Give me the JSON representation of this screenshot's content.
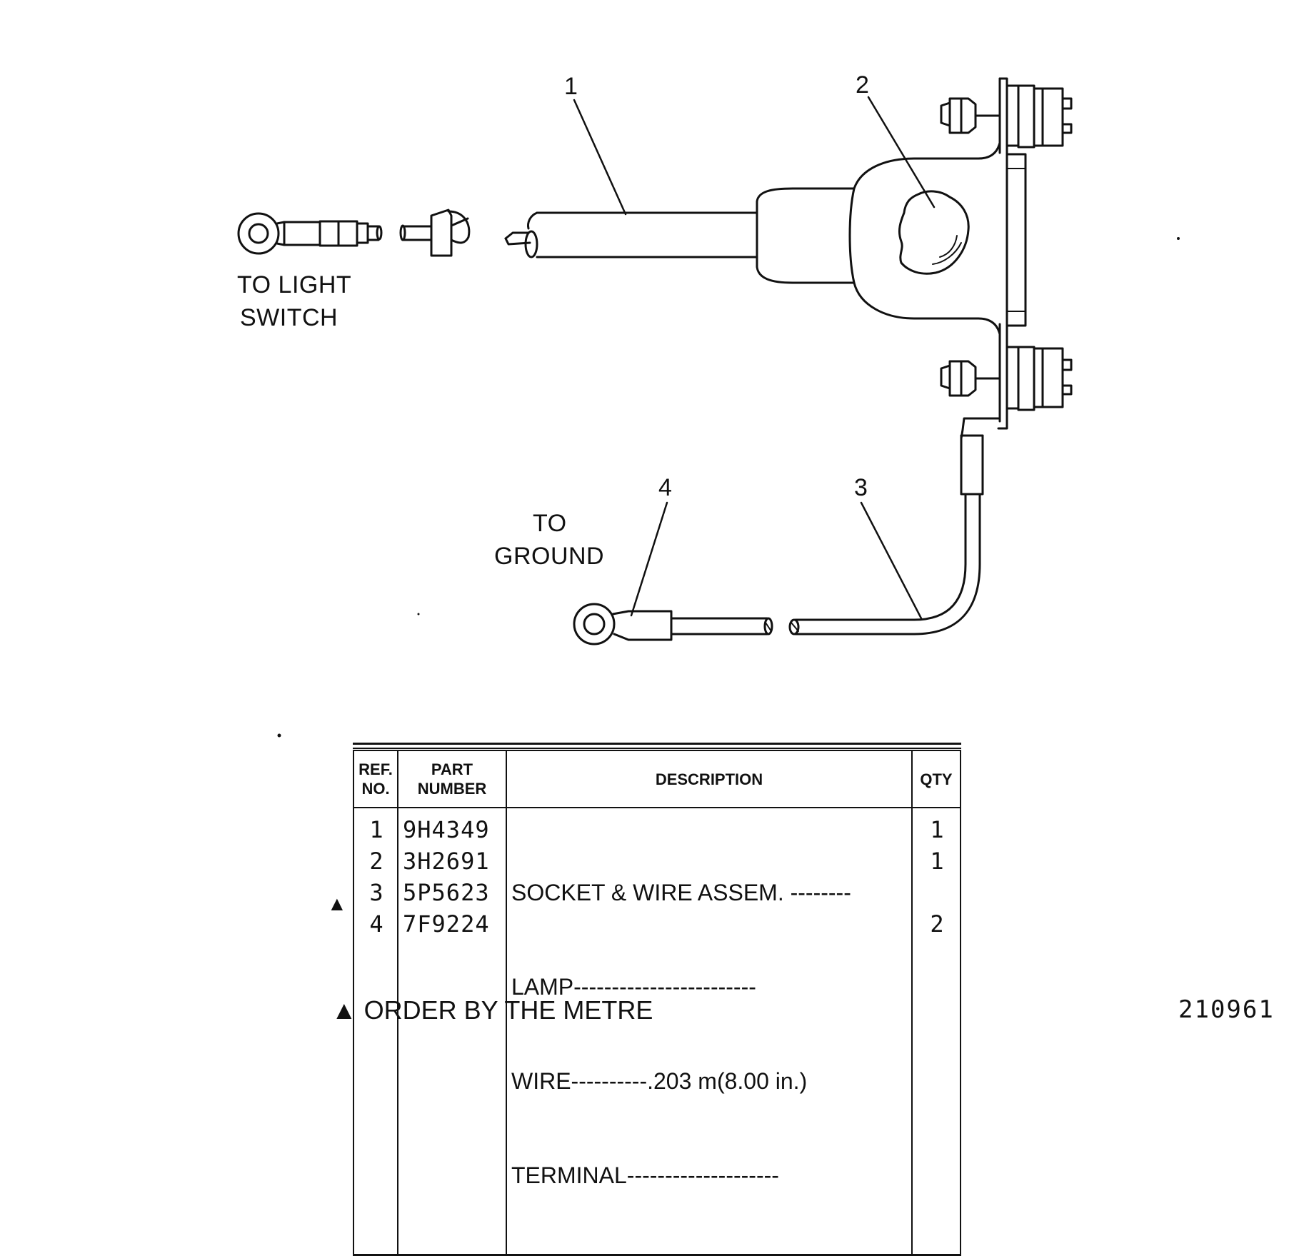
{
  "diagram": {
    "callouts": [
      "1",
      "2",
      "3",
      "4"
    ],
    "labels": {
      "light_switch_line1": "TO LIGHT",
      "light_switch_line2": "SWITCH",
      "ground_line1": "TO",
      "ground_line2": "GROUND"
    }
  },
  "table": {
    "headers": {
      "ref_line1": "REF.",
      "ref_line2": "NO.",
      "part_line1": "PART",
      "part_line2": "NUMBER",
      "description": "DESCRIPTION",
      "qty": "QTY"
    },
    "rows": [
      {
        "ref": "1",
        "part": "9H4349",
        "description": "SOCKET & WIRE ASSEM. --------",
        "qty": "1"
      },
      {
        "ref": "2",
        "part": "3H2691",
        "description": "LAMP------------------------",
        "qty": "1"
      },
      {
        "ref": "3",
        "part": "5P5623",
        "description": "WIRE----------.203 m(8.00 in.)",
        "qty": ""
      },
      {
        "ref": "4",
        "part": "7F9224",
        "description": "TERMINAL--------------------",
        "qty": "2"
      }
    ]
  },
  "marker_symbol": "▲",
  "footnote": "▲ ORDER BY THE METRE",
  "figure_number": "210961"
}
